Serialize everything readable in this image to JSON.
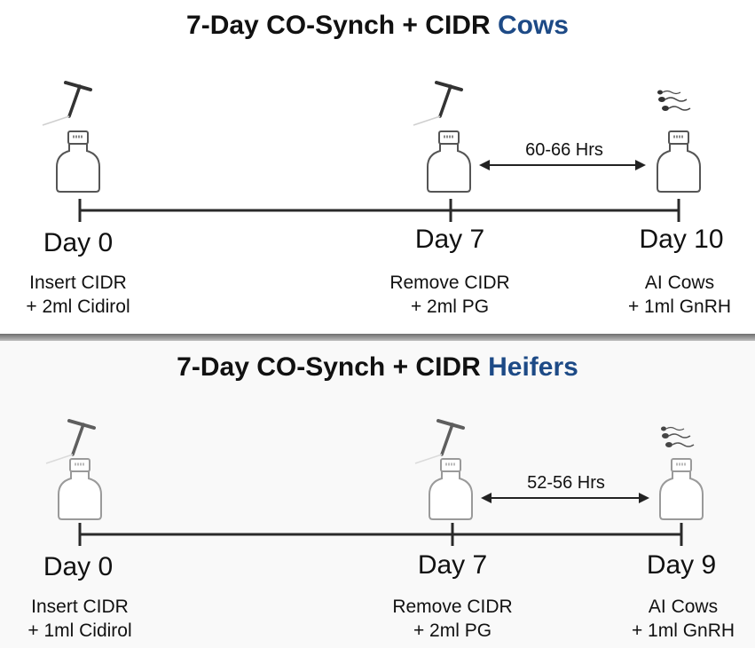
{
  "protocols": [
    {
      "title_main": "7-Day CO-Synch + CIDR ",
      "title_accent": "Cows",
      "accent_color": "#1d4a86",
      "interval": "60-66 Hrs",
      "steps": [
        {
          "day": "Day 0",
          "line1": "Insert CIDR",
          "line2": "+ 2ml Cidirol",
          "icon": "applicator-icon"
        },
        {
          "day": "Day 7",
          "line1": "Remove CIDR",
          "line2": "+ 2ml PG",
          "icon": "applicator-icon"
        },
        {
          "day": "Day 10",
          "line1": "AI Cows",
          "line2": "+ 1ml GnRH",
          "icon": "sperm-icon"
        }
      ]
    },
    {
      "title_main": "7-Day CO-Synch + CIDR ",
      "title_accent": "Heifers",
      "accent_color": "#1d4a86",
      "interval": "52-56 Hrs",
      "steps": [
        {
          "day": "Day 0",
          "line1": "Insert CIDR",
          "line2": "+ 1ml Cidirol",
          "icon": "applicator-icon"
        },
        {
          "day": "Day 7",
          "line1": "Remove CIDR",
          "line2": "+ 2ml PG",
          "icon": "applicator-icon"
        },
        {
          "day": "Day 9",
          "line1": "AI Cows",
          "line2": "+ 1ml GnRH",
          "icon": "sperm-icon"
        }
      ]
    }
  ]
}
